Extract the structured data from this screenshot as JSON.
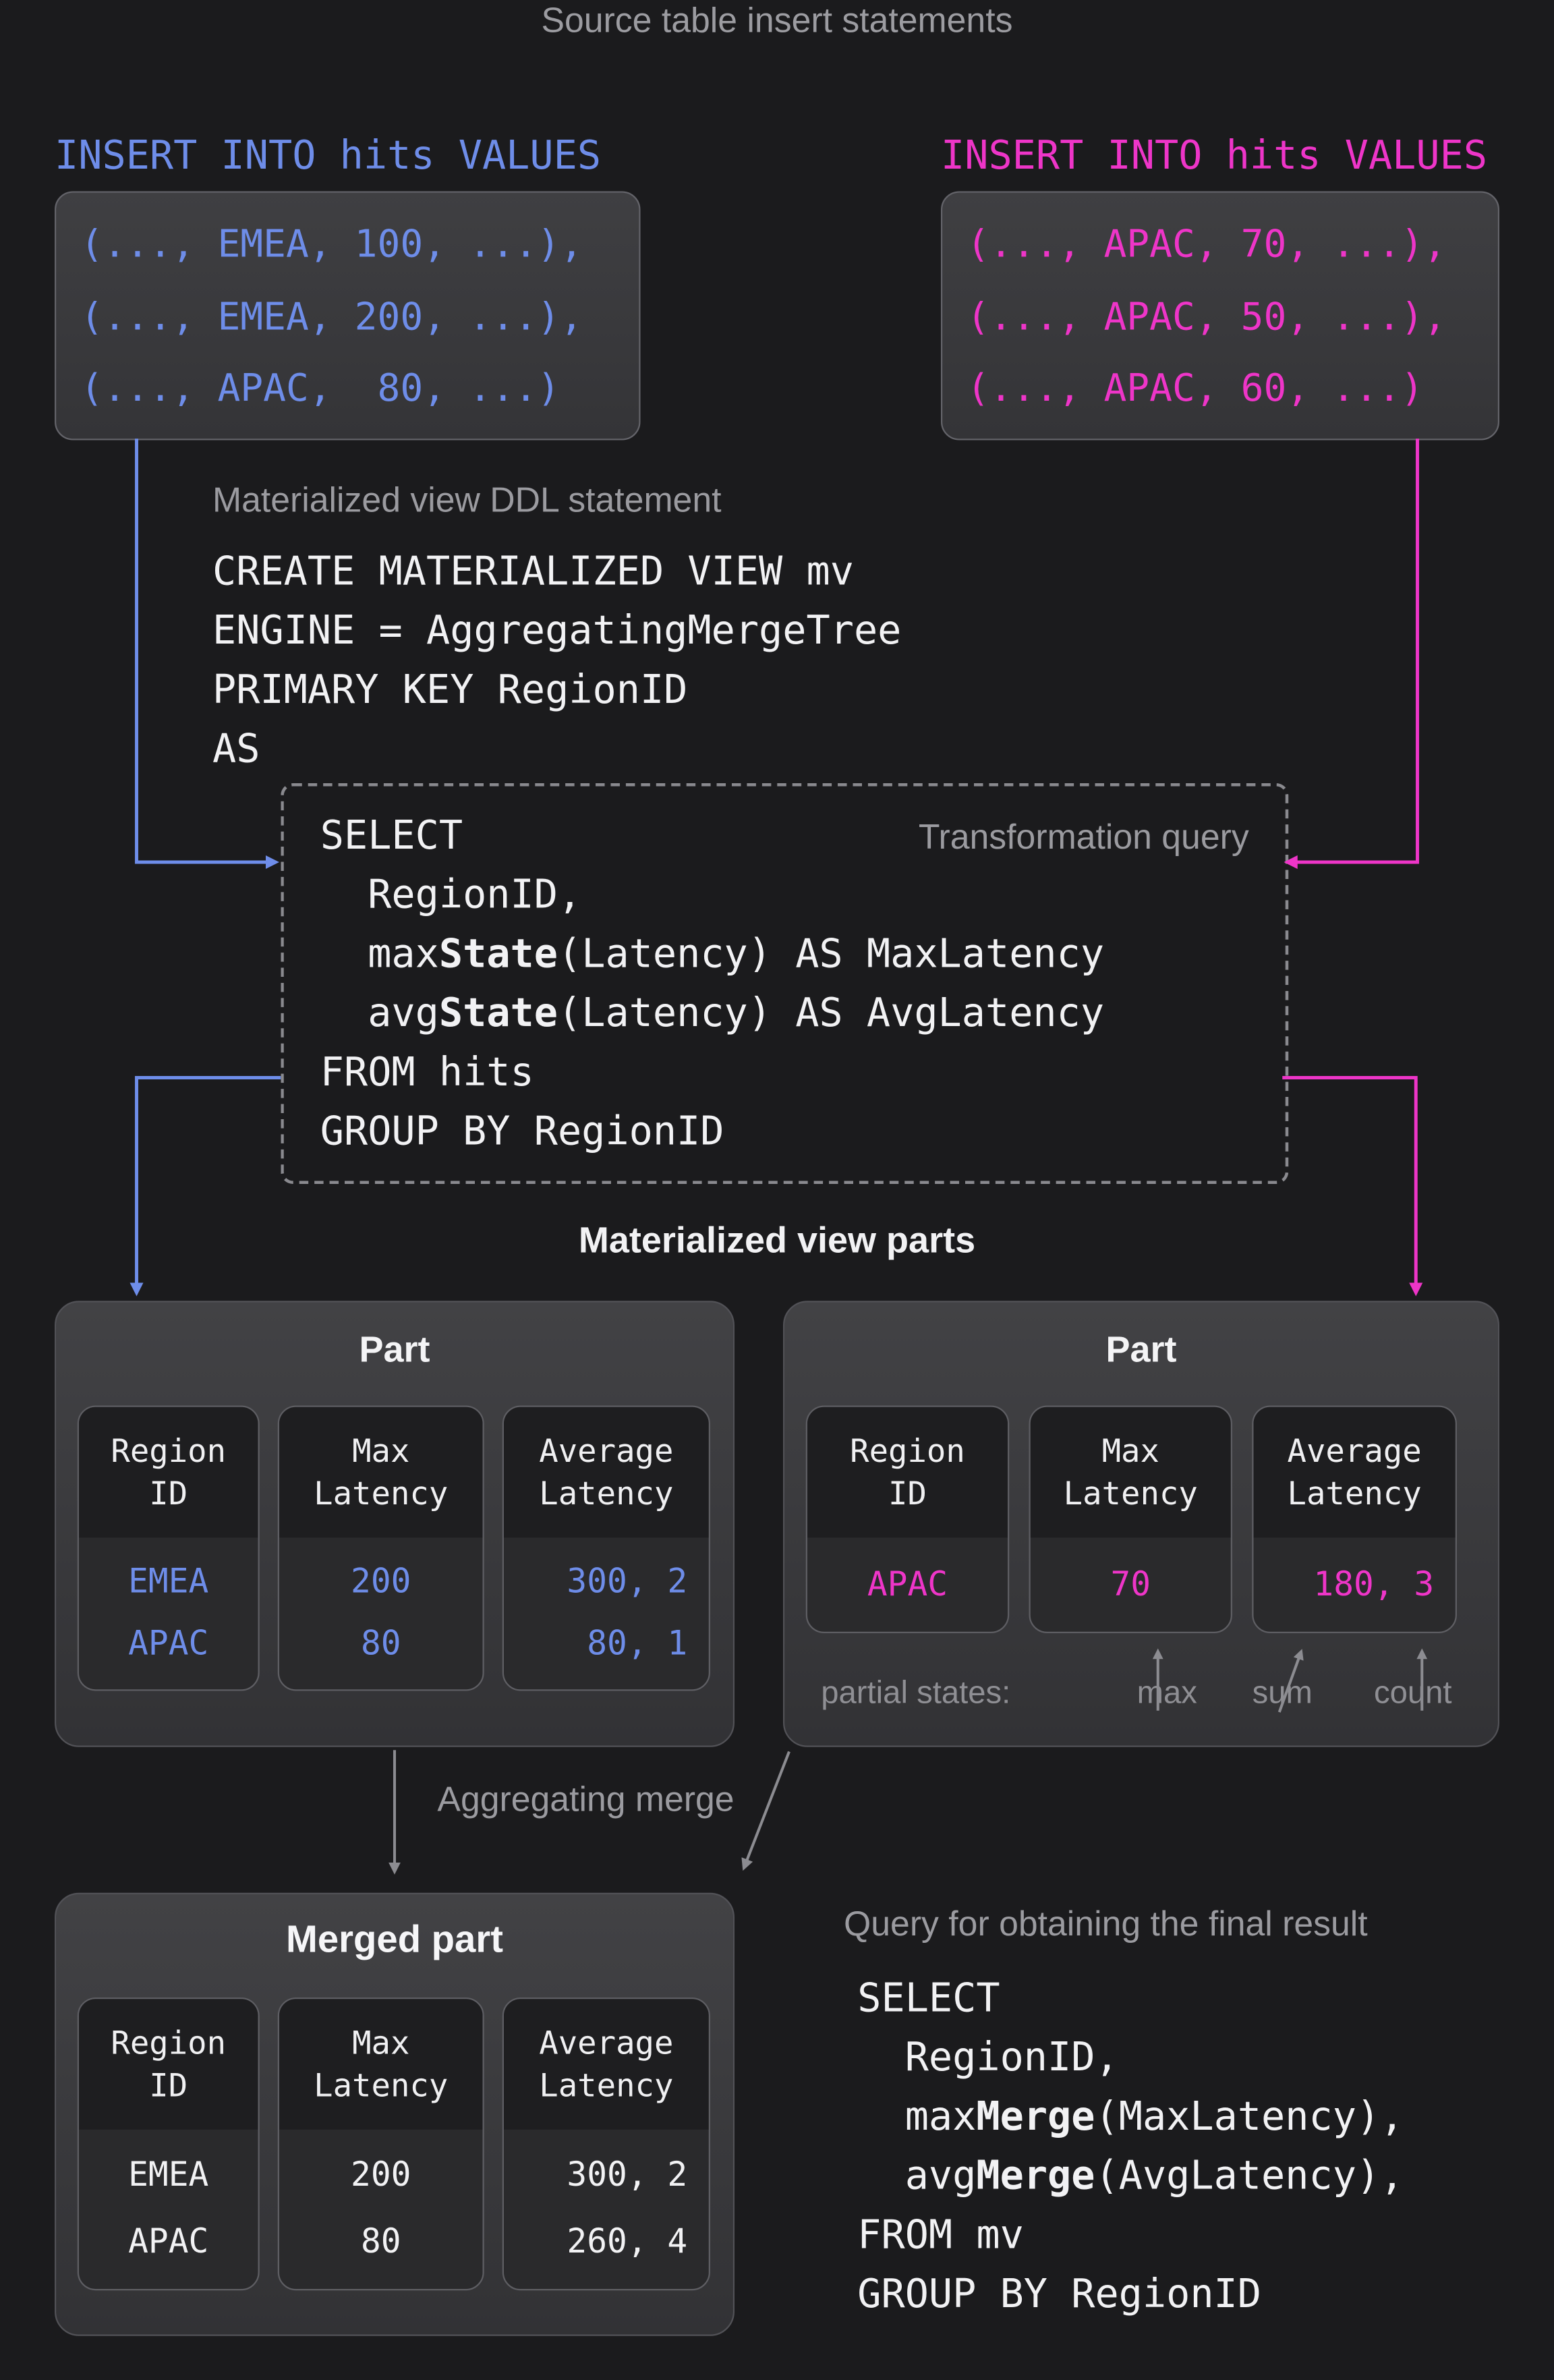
{
  "titles": {
    "source": "Source table insert statements",
    "ddl": "Materialized view DDL statement",
    "transformation": "Transformation query",
    "parts_section": "Materialized view parts",
    "merge": "Aggregating merge",
    "final": "Query for obtaining the final result"
  },
  "colors": {
    "background": "#1b1b1d",
    "accent_blue": "#6E8DE9",
    "accent_magenta": "#EE35C8",
    "label_gray": "#9b9ba0",
    "arrow_gray": "#8c8c91"
  },
  "inserts": {
    "left": {
      "label": "INSERT INTO hits VALUES",
      "rows": [
        "(..., EMEA, 100, ...),",
        "(..., EMEA, 200, ...),",
        "(..., APAC,  80, ...)"
      ]
    },
    "right": {
      "label": "INSERT INTO hits VALUES",
      "rows": [
        "(..., APAC, 70, ...),",
        "(..., APAC, 50, ...),",
        "(..., APAC, 60, ...)"
      ]
    }
  },
  "ddl": {
    "lines": [
      "CREATE MATERIALIZED VIEW mv",
      "ENGINE = AggregatingMergeTree",
      "PRIMARY KEY RegionID",
      "AS"
    ]
  },
  "transformation": {
    "bold_token": "State",
    "lines": [
      "SELECT",
      "  RegionID,",
      "  maxState(Latency) AS MaxLatency",
      "  avgState(Latency) AS AvgLatency",
      "FROM hits",
      "GROUP BY RegionID"
    ]
  },
  "parts": {
    "left": {
      "title": "Part",
      "columns": [
        {
          "header": [
            "Region",
            "ID"
          ],
          "values": [
            "EMEA",
            "APAC"
          ]
        },
        {
          "header": [
            "Max",
            "Latency"
          ],
          "values": [
            "200",
            "80"
          ]
        },
        {
          "header": [
            "Average",
            "Latency"
          ],
          "values": [
            "300, 2",
            "80, 1"
          ]
        }
      ]
    },
    "right": {
      "title": "Part",
      "columns": [
        {
          "header": [
            "Region",
            "ID"
          ],
          "values": [
            "APAC"
          ]
        },
        {
          "header": [
            "Max",
            "Latency"
          ],
          "values": [
            "70"
          ]
        },
        {
          "header": [
            "Average",
            "Latency"
          ],
          "values": [
            "180, 3"
          ]
        }
      ],
      "caption": {
        "label": "partial states:",
        "arrows": [
          "max",
          "sum",
          "count"
        ]
      }
    }
  },
  "merged": {
    "title": "Merged part",
    "columns": [
      {
        "header": [
          "Region",
          "ID"
        ],
        "values": [
          "EMEA",
          "APAC"
        ]
      },
      {
        "header": [
          "Max",
          "Latency"
        ],
        "values": [
          "200",
          "80"
        ]
      },
      {
        "header": [
          "Average",
          "Latency"
        ],
        "values": [
          "300, 2",
          "260, 4"
        ]
      }
    ]
  },
  "final_query": {
    "bold_token": "Merge",
    "lines": [
      "SELECT",
      "  RegionID,",
      "  maxMerge(MaxLatency),",
      "  avgMerge(AvgLatency),",
      "FROM mv",
      "GROUP BY RegionID"
    ]
  }
}
